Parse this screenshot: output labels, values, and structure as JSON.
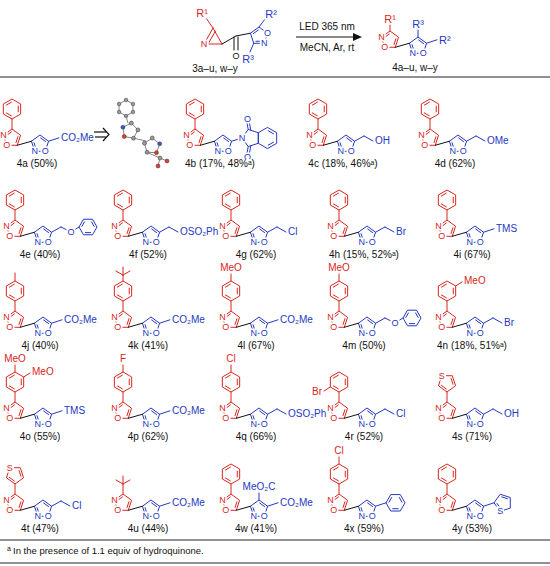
{
  "diagram": {
    "labels": [
      "R¹",
      "N",
      "O",
      "R²",
      "O",
      "N",
      "R³",
      "3a–u, w–y",
      "LED 365 nm",
      "MeCN, Ar, rt",
      "R¹",
      "N",
      "O",
      "N",
      "O",
      "R²",
      "R³",
      "4a–u, w–y",
      "N",
      "O",
      "N",
      "O",
      "CO₂Me",
      "4a (50%)",
      "N",
      "O",
      "N",
      "O",
      "N",
      "O",
      "O",
      "4b (17%, 48%ᵃ)",
      "N",
      "O",
      "N",
      "O",
      "OH",
      "4c (18%, 46%ᵃ)",
      "N",
      "O",
      "N",
      "O",
      "OMe",
      "4d (62%)",
      "N",
      "O",
      "N",
      "O",
      "O",
      "4e (40%)",
      "N",
      "O",
      "N",
      "O",
      "OSO₂Ph",
      "4f (52%)",
      "N",
      "O",
      "N",
      "O",
      "Cl",
      "4g (62%)",
      "N",
      "O",
      "N",
      "O",
      "Br",
      "4h (15%, 52%ᵃ)",
      "N",
      "O",
      "N",
      "O",
      "TMS",
      "4i (67%)",
      "N",
      "O",
      "N",
      "O",
      "CO₂Me",
      "4j (40%)",
      "N",
      "O",
      "N",
      "O",
      "CO₂Me",
      "4k (41%)",
      "MeO",
      "N",
      "O",
      "N",
      "O",
      "CO₂Me",
      "4l (67%)",
      "MeO",
      "N",
      "O",
      "N",
      "O",
      "O",
      "4m (50%)",
      "MeO",
      "N",
      "O",
      "N",
      "O",
      "Br",
      "4n (18%, 51%ᵃ)",
      "MeO",
      "MeO",
      "N",
      "O",
      "N",
      "O",
      "TMS",
      "4o (55%)",
      "F",
      "N",
      "O",
      "N",
      "O",
      "CO₂Me",
      "4p (62%)",
      "Cl",
      "N",
      "O",
      "N",
      "O",
      "OSO₂Ph",
      "4q (66%)",
      "Br",
      "N",
      "O",
      "N",
      "O",
      "Cl",
      "4r (52%)",
      "S",
      "N",
      "O",
      "N",
      "O",
      "OH",
      "4s (71%)",
      "S",
      "N",
      "O",
      "N",
      "O",
      "Cl",
      "4t (47%)",
      "N",
      "O",
      "N",
      "O",
      "CO₂Me",
      "4u (44%)",
      "N",
      "O",
      "N",
      "O",
      "CO₂Me",
      "MeO₂C",
      "4w (41%)",
      "Cl",
      "N",
      "O",
      "N",
      "O",
      "4x (59%)",
      "N",
      "O",
      "N",
      "O",
      "S",
      "4y (53%)",
      "a",
      "In the presence of 1.1 equiv of hydroquinone."
    ]
  }
}
